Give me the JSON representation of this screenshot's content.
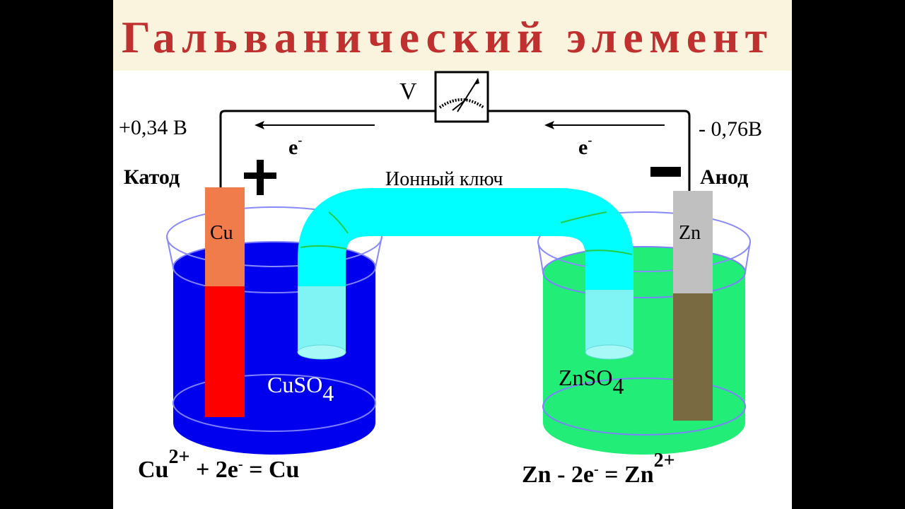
{
  "title": "Гальванический элемент",
  "voltmeter_label": "V",
  "cathode": {
    "potential": "+0,34 В",
    "label": "Катод",
    "sign": "+",
    "electrode": "Cu",
    "solution": "CuSO",
    "solution_sub": "4",
    "equation": {
      "a": "Cu",
      "sup1": "2+",
      "b": " + 2e",
      "sup2": "-",
      "c": " =  Cu"
    }
  },
  "anode": {
    "potential": "- 0,76В",
    "label": "Анод",
    "electrode": "Zn",
    "solution": "ZnSO",
    "solution_sub": "4",
    "equation": {
      "a": "Zn - 2e",
      "sup1": "-",
      "b": " =  Zn",
      "sup2": "2+"
    }
  },
  "electron": {
    "base": "e",
    "sup": "-"
  },
  "salt_bridge_label": "Ионный ключ",
  "colors": {
    "title": "#c0302f",
    "title_bg": "#faf4df",
    "cuso4": "#0000ee",
    "znso4": "#22ee77",
    "bridge": "#00ffff",
    "copper_top": "#f07c4c",
    "copper_bottom": "#ff0000",
    "zinc_top": "#c0c0c0",
    "zinc_bottom": "#7a6a42"
  }
}
